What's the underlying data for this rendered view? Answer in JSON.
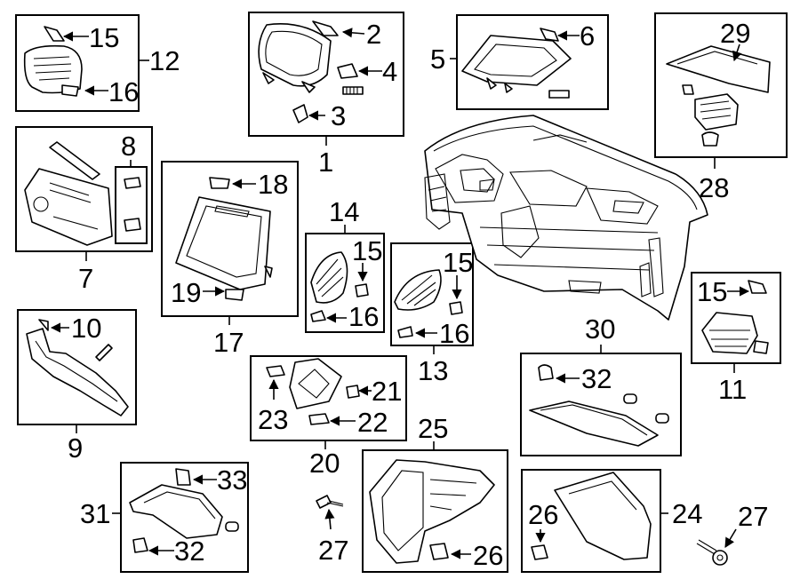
{
  "callouts": {
    "c1": "1",
    "c2": "2",
    "c3": "3",
    "c4": "4",
    "c5": "5",
    "c6": "6",
    "c7": "7",
    "c8": "8",
    "c9": "9",
    "c10": "10",
    "c11": "11",
    "c12": "12",
    "c13": "13",
    "c14": "14",
    "c15": "15",
    "c16": "16",
    "c17": "17",
    "c18": "18",
    "c19": "19",
    "c20": "20",
    "c21": "21",
    "c22": "22",
    "c23": "23",
    "c24": "24",
    "c25": "25",
    "c26": "26",
    "c27": "27",
    "c28": "28",
    "c29": "29",
    "c30": "30",
    "c31": "31",
    "c32": "32",
    "c33": "33"
  }
}
